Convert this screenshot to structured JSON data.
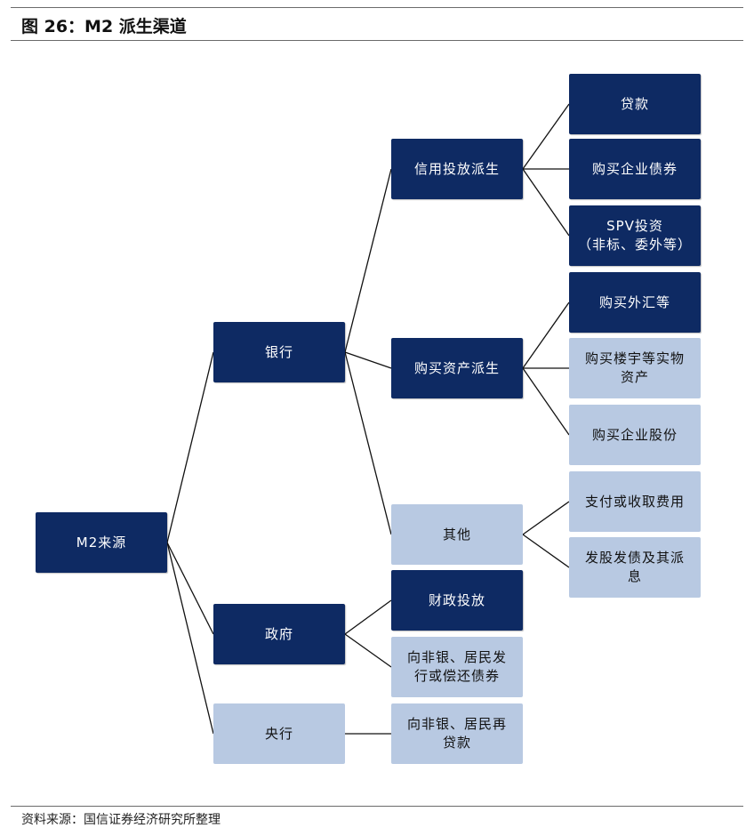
{
  "figure": {
    "title": "图 26：M2 派生渠道",
    "source": "资料来源：国信证券经济研究所整理"
  },
  "colors": {
    "dark_node": "#0e2a63",
    "light_node": "#b8c9e2",
    "line": "#111111"
  },
  "nodes": {
    "root": "M2来源",
    "bank": "银行",
    "government": "政府",
    "central_bank": "央行",
    "credit": "信用投放派生",
    "asset": "购买资产派生",
    "other": "其他",
    "fiscal": "财政投放",
    "gov_issue": "向非银、居民发\n行或偿还债券",
    "relending": "向非银、居民再\n贷款",
    "loan": "贷款",
    "corp_bond": "购买企业债券",
    "spv": "SPV投资\n（非标、委外等）",
    "fx": "购买外汇等",
    "real_estate": "购买楼宇等实物\n资产",
    "equity": "购买企业股份",
    "fees": "支付或收取费用",
    "dividend": "发股发债及其派\n息"
  }
}
